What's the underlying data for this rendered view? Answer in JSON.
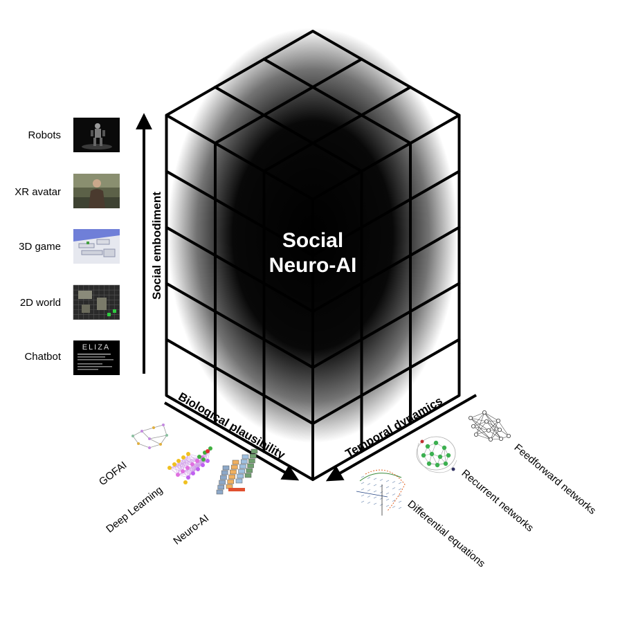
{
  "center_title": {
    "line1": "Social",
    "line2": "Neuro-AI"
  },
  "axes": {
    "vertical": "Social embodiment",
    "left_diagonal": "Biological plausibility",
    "right_diagonal": "Temporal dynamics"
  },
  "embodiment_levels": [
    {
      "label": "Robots",
      "icon": "robot-photo-icon"
    },
    {
      "label": "XR avatar",
      "icon": "avatar-photo-icon"
    },
    {
      "label": "3D game",
      "icon": "3d-game-icon"
    },
    {
      "label": "2D world",
      "icon": "2d-world-icon"
    },
    {
      "label": "Chatbot",
      "icon": "eliza-terminal-icon"
    }
  ],
  "chatbot_screen_title": "ELIZA",
  "plausibility_levels": [
    {
      "label": "GOFAI",
      "icon": "symbolic-graph-icon"
    },
    {
      "label": "Deep Learning",
      "icon": "neural-network-icon"
    },
    {
      "label": "Neuro-AI",
      "icon": "brain-layers-icon"
    }
  ],
  "dynamics_levels": [
    {
      "label": "Feedforward networks",
      "icon": "feedforward-network-icon"
    },
    {
      "label": "Recurrent networks",
      "icon": "recurrent-network-icon"
    },
    {
      "label": "Differential equations",
      "icon": "vector-field-icon"
    }
  ],
  "colors": {
    "cube_stroke": "#000000",
    "cube_fill": "#ffffff",
    "core": "#000000",
    "title_text": "#ffffff"
  }
}
